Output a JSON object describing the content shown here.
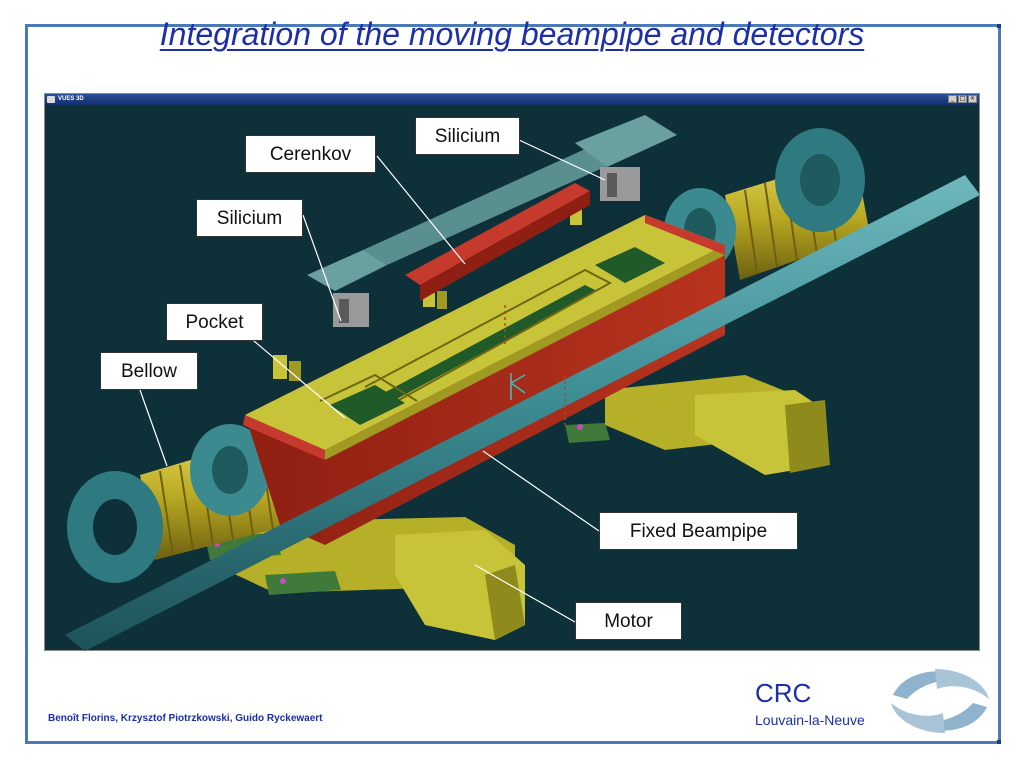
{
  "slide": {
    "title": "Integration of the moving beampipe and detectors"
  },
  "viewer": {
    "window_title": "VUES 3D",
    "buttons": {
      "minimize": "_",
      "maximize": "□",
      "close": "×"
    }
  },
  "callouts": {
    "cerenkov": "Cerenkov",
    "silicium_top": "Silicium",
    "silicium_left": "Silicium",
    "pocket": "Pocket",
    "bellow": "Bellow",
    "fixed_beampipe": "Fixed Beampipe",
    "motor": "Motor"
  },
  "footer": {
    "authors": "Benoît Florins, Krzysztof Piotrzkowski, Guido Ryckewaert",
    "org_name": "CRC",
    "org_city": "Louvain-la-Neuve"
  },
  "colors": {
    "title_blue": "#1c2ea8",
    "frame_blue": "#4a7ab8",
    "viewer_background": "#0e3038",
    "pipe_teal": "#3e8f96",
    "body_yellow": "#c8c43a",
    "side_red": "#a82a1a",
    "bellow_yellow": "#c9ba2e",
    "pocket_green": "#1f5a28",
    "plate_teal": "#5a8f8f",
    "cerenkov_red": "#c63a2e"
  },
  "icons": {
    "app_icon": "window-app-icon",
    "logo": "crc-logo-mark"
  }
}
